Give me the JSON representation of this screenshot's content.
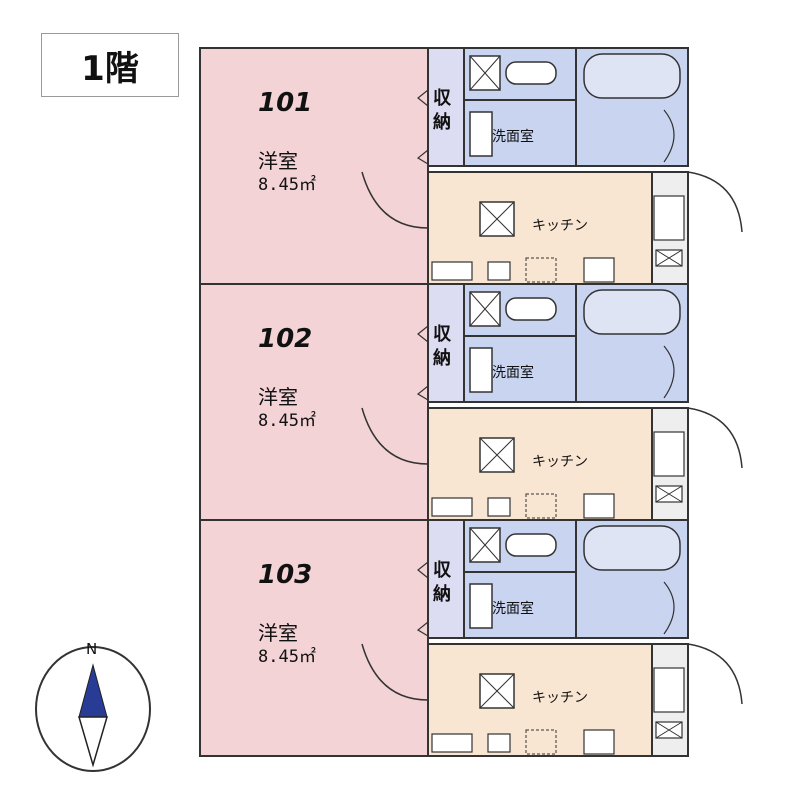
{
  "floor_label": "1階",
  "units": [
    {
      "number": "101",
      "room_name": "洋室",
      "room_area": "8.45㎡",
      "storage": [
        "収",
        "納"
      ],
      "washroom": "洗面室",
      "kitchen": "キッチン"
    },
    {
      "number": "102",
      "room_name": "洋室",
      "room_area": "8.45㎡",
      "storage": [
        "収",
        "納"
      ],
      "washroom": "洗面室",
      "kitchen": "キッチン"
    },
    {
      "number": "103",
      "room_name": "洋室",
      "room_area": "8.45㎡",
      "storage": [
        "収",
        "納"
      ],
      "washroom": "洗面室",
      "kitchen": "キッチン"
    }
  ],
  "compass": {
    "north": "N"
  },
  "colors": {
    "western_room": "#f3d3d6",
    "storage": "#dcdcf2",
    "bath": "#c9d4f0",
    "kitchen": "#f9e6d2",
    "walls": "#333333"
  }
}
